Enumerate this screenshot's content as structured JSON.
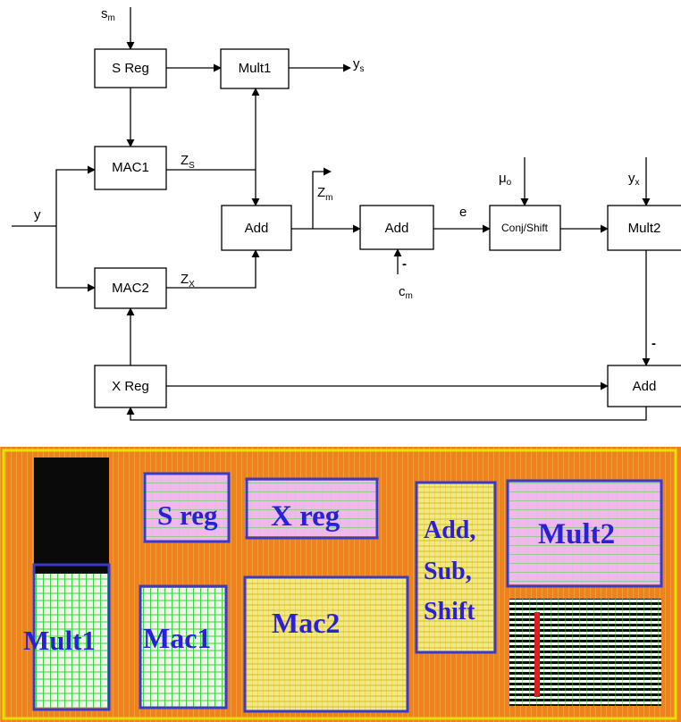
{
  "diagram": {
    "blocks": {
      "sreg": "S Reg",
      "mult1": "Mult1",
      "mac1": "MAC1",
      "mac2": "MAC2",
      "add1": "Add",
      "add2": "Add",
      "conj": "Conj/Shift",
      "mult2": "Mult2",
      "xreg": "X Reg",
      "add3": "Add"
    },
    "signals": {
      "sm": "s",
      "sm_sub": "m",
      "ys": "y",
      "ys_sub": "s",
      "y": "y",
      "zs": "Z",
      "zs_sub": "S",
      "zx": "Z",
      "zx_sub": "X",
      "zm": "Z",
      "zm_sub": "m",
      "e": "e",
      "mu": "μ",
      "mu_sub": "o",
      "yx": "y",
      "yx_sub": "x",
      "cm": "c",
      "cm_sub": "m",
      "minus_cm": "-",
      "minus_add": "-"
    }
  },
  "chip": {
    "regions": {
      "sreg": "S reg",
      "xreg": "X reg",
      "addsubshift_line1": "Add,",
      "addsubshift_line2": "Sub,",
      "addsubshift_line3": "Shift",
      "mult2": "Mult2",
      "mult1": "Mult1",
      "mac1": "Mac1",
      "mac2": "Mac2"
    },
    "colors": {
      "region_outline": "#3a3ac8",
      "label": "#2a20d8",
      "routing": "#f08020",
      "green": "#30e030",
      "pink": "#f0b0e8",
      "yellow": "#e8e000"
    }
  }
}
